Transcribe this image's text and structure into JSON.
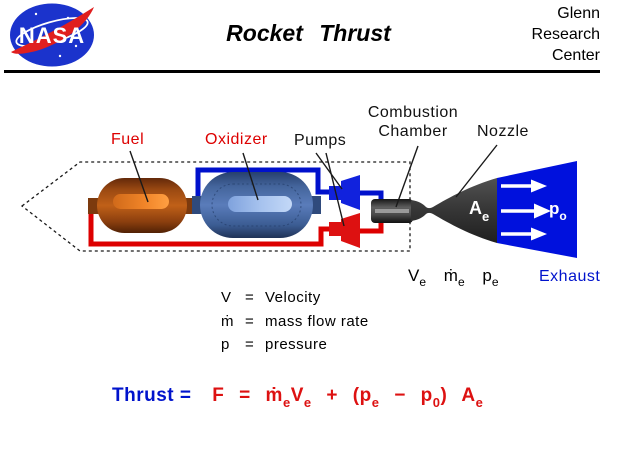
{
  "header": {
    "logo_text": "NASA",
    "title": "Rocket Thrust",
    "org": [
      "Glenn",
      "Research",
      "Center"
    ]
  },
  "diagram": {
    "fuel_label": "Fuel",
    "oxidizer_label": "Oxidizer",
    "pumps_label": "Pumps",
    "combustion_label_line1": "Combustion",
    "combustion_label_line2": "Chamber",
    "nozzle_label": "Nozzle",
    "exhaust_label": "Exhaust",
    "nozzle_area": {
      "main": "A",
      "sub": "e"
    },
    "freestream_pressure": {
      "main": "p",
      "sub": "o"
    },
    "exit_vars": [
      {
        "main": "V",
        "sub": "e"
      },
      {
        "main": "ṁ",
        "sub": "e"
      },
      {
        "main": "p",
        "sub": "e"
      }
    ]
  },
  "legend": {
    "rows": [
      {
        "symbol": "V",
        "equals": "=",
        "desc": "Velocity"
      },
      {
        "symbol": "ṁ",
        "equals": "=",
        "desc": "mass flow rate"
      },
      {
        "symbol": "p",
        "equals": "=",
        "desc": "pressure"
      }
    ]
  },
  "equation": {
    "lhs": "Thrust =",
    "f": "F",
    "equals": "=",
    "mdot": {
      "main": "ṁ",
      "sub": "e"
    },
    "velocity": {
      "main": "V",
      "sub": "e"
    },
    "plus": "+",
    "open_p": {
      "main": "(p",
      "sub": "e"
    },
    "minus": "−",
    "p0": {
      "main": "p",
      "sub": "0"
    },
    "close_p": ")",
    "area": {
      "main": "A",
      "sub": "e"
    }
  },
  "colors": {
    "label_red": "#dd0000",
    "pipe_red": "#dd0000",
    "pipe_blue": "#0011cc",
    "pump_blue": "#1122dd",
    "pump_red": "#dd1111",
    "exhaust_blue": "#0011dd",
    "thrust_blue": "#0013cc",
    "equation_red": "#dd1111",
    "fuel_tank": "#b85a17",
    "oxidizer_tank": "#4a6cb0",
    "nozzle_gray": "#3a3a3a"
  }
}
